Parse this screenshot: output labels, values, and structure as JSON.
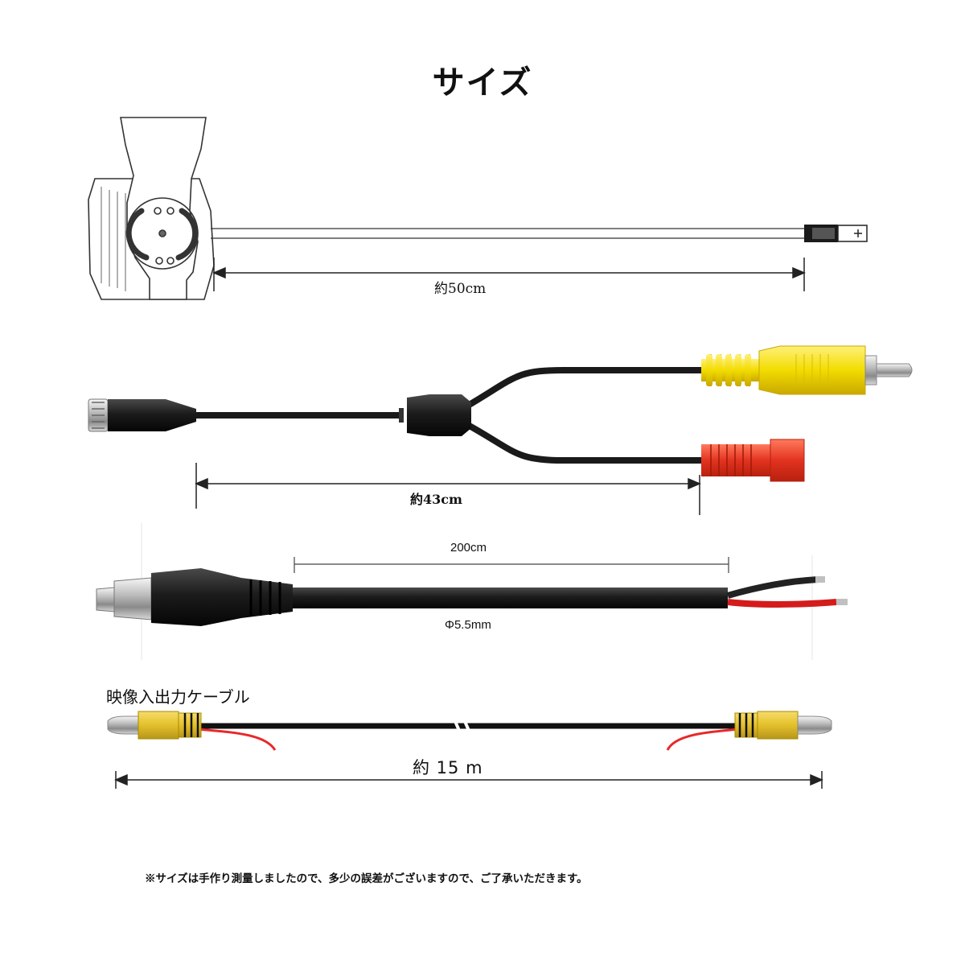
{
  "title": "サイズ",
  "camera_cable": {
    "length_label": "約50cm"
  },
  "y_splitter_cable": {
    "length_label": "約43cm"
  },
  "power_cable": {
    "length_label": "200cm",
    "diameter_label": "Φ5.5mm"
  },
  "video_cable": {
    "name_label": "映像入出力ケーブル",
    "length_label": "約 15 m"
  },
  "footnote": "※サイズは手作り測量しましたので、多少の誤差がございますので、ご了承いただきます。",
  "colors": {
    "black_cable": "#1a1a1a",
    "yellow_connector": "#f2dc00",
    "red_connector": "#e2331f",
    "video_plug_yellow": "#e3c02a",
    "red_wire": "#e8282a"
  }
}
